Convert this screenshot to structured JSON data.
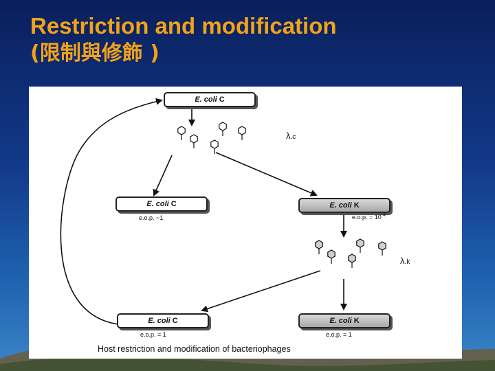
{
  "slide": {
    "title_line1": "Restriction and modification",
    "title_line2": "(限制與修飾 )"
  },
  "figure": {
    "boxes": {
      "top": {
        "strain": "E. coli",
        "label": "C"
      },
      "left_mid": {
        "strain": "E. coli",
        "label": "C"
      },
      "right_mid": {
        "strain": "E. coli",
        "label": "K"
      },
      "left_bottom": {
        "strain": "E. coli",
        "label": "C"
      },
      "right_bottom": {
        "strain": "E. coli",
        "label": "K"
      }
    },
    "eop": {
      "left_mid": "e.o.p. ~1",
      "right_mid_prefix": "e.o.p. = 10",
      "right_mid_exp": "-4",
      "left_bottom": "e.o.p. = 1",
      "right_bottom": "e.o.p. = 1"
    },
    "phage_labels": {
      "top": {
        "symbol": "λ",
        "suffix": ".c"
      },
      "right": {
        "symbol": "λ",
        "suffix": ".k"
      }
    },
    "caption": "Host restriction and modification of bacteriophages"
  }
}
